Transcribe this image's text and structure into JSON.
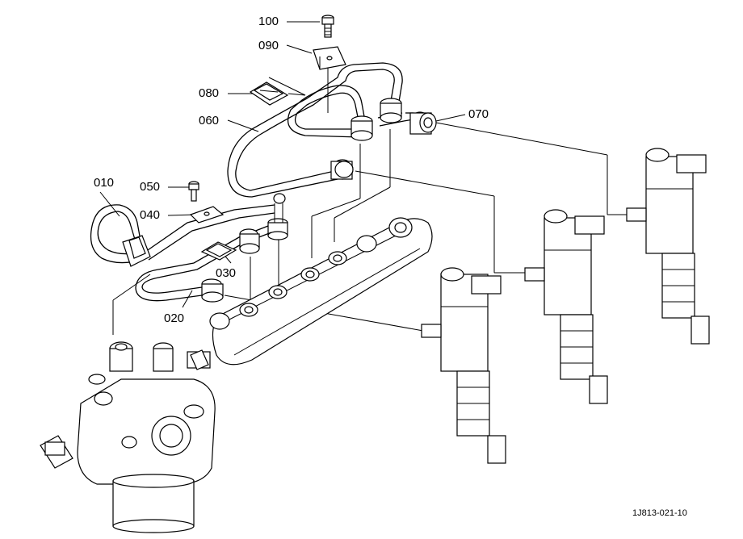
{
  "labels": {
    "p100": "100",
    "p090": "090",
    "p080": "080",
    "p060": "060",
    "p070": "070",
    "p010": "010",
    "p050": "050",
    "p040": "040",
    "p030": "030",
    "p020": "020"
  },
  "figure_code": "1J813-021-10"
}
